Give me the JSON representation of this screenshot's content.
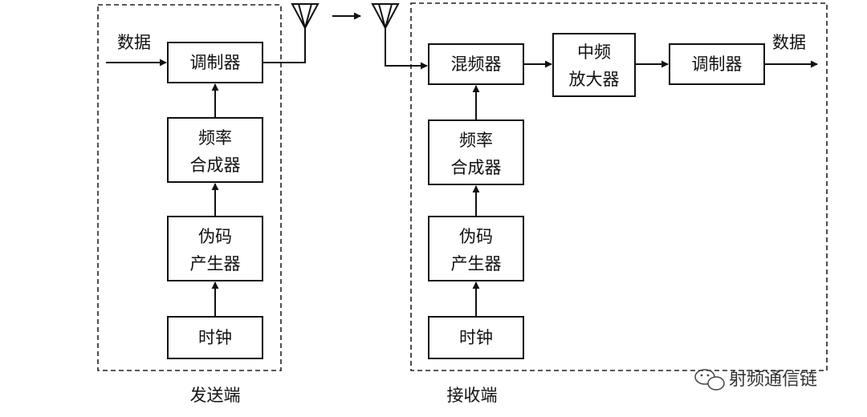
{
  "transmitter": {
    "label": "发送端",
    "input_label": "数据",
    "modulator": "调制器",
    "synth": [
      "频率",
      "合成器"
    ],
    "pn": [
      "伪码",
      "产生器"
    ],
    "clock": "时钟"
  },
  "receiver": {
    "label": "接收端",
    "mixer": "混频器",
    "if_amp": [
      "中频",
      "放大器"
    ],
    "demod": "调制器",
    "output_label": "数据",
    "synth": [
      "频率",
      "合成器"
    ],
    "pn": [
      "伪码",
      "产生器"
    ],
    "clock": "时钟"
  },
  "watermark": "射频通信链"
}
